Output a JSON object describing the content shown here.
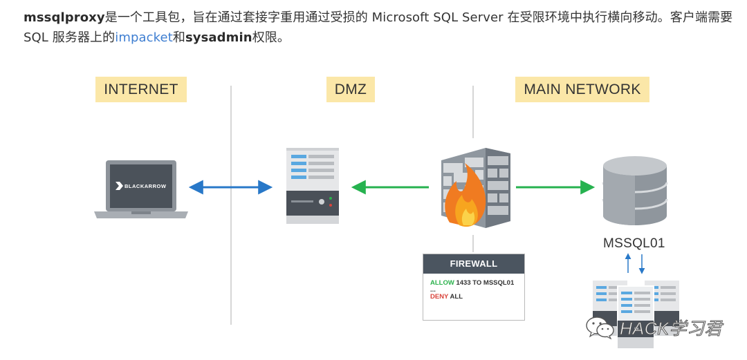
{
  "intro": {
    "part1": "mssqlproxy",
    "part2": "是一个工具包，旨在通过套接字重用通过受损的 Microsoft SQL Server 在受限环境中执行横向移动。客户端需要SQL 服务器上的",
    "link": "impacket",
    "part3": "和",
    "part4": "sysadmin",
    "part5": "权限。"
  },
  "zones": {
    "internet": "INTERNET",
    "dmz": "DMZ",
    "main": "MAIN NETWORK"
  },
  "laptop": {
    "brand": "BLACKARROW"
  },
  "firewall": {
    "title": "FIREWALL",
    "allow_word": "ALLOW",
    "allow_rule": "1433 TO MSSQL01",
    "ellipsis": "...",
    "deny_word": "DENY",
    "deny_rule": "ALL"
  },
  "database": {
    "label": "MSSQL01"
  },
  "watermark": {
    "text": "HACK学习君"
  },
  "colors": {
    "zone_label_bg": "#fbe7a8",
    "arrow_blue": "#2878c8",
    "arrow_green": "#26b24f",
    "server_dark": "#4a5058",
    "server_light": "#e6e7e9",
    "server_stripe": "#5aa8e0",
    "firewall_head": "#4b5560",
    "allow": "#2bb24c",
    "deny": "#d9443b",
    "link": "#3e7ed1"
  }
}
